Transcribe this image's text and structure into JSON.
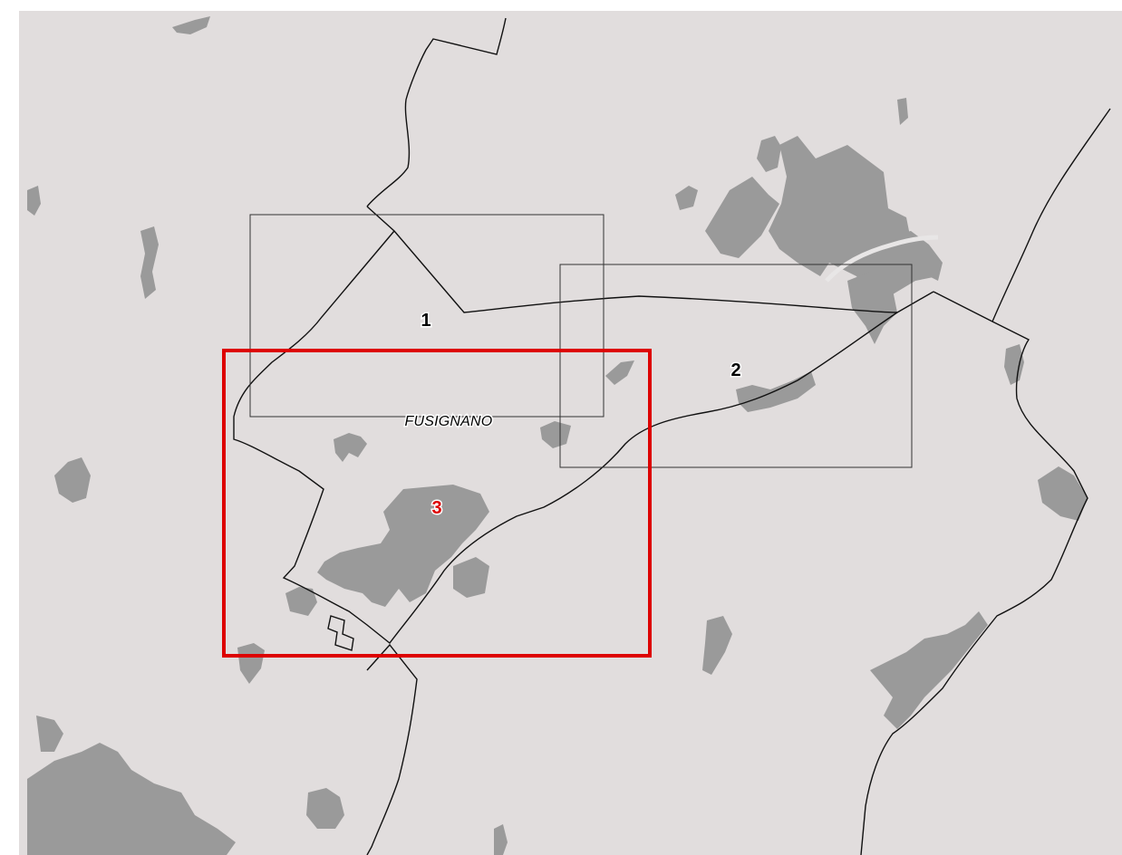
{
  "map": {
    "colors": {
      "land": "#e1dddd",
      "urban": "#9a9a9a",
      "boundary": "#111111",
      "frame": "#333333",
      "highlight": "#dd0000",
      "text": "#000000",
      "halo": "#ffffff"
    },
    "town_label": "FUSIGNANO",
    "frames": [
      {
        "id": "1",
        "label": "1",
        "highlighted": false
      },
      {
        "id": "2",
        "label": "2",
        "highlighted": false
      },
      {
        "id": "3",
        "label": "3",
        "highlighted": true
      }
    ]
  }
}
